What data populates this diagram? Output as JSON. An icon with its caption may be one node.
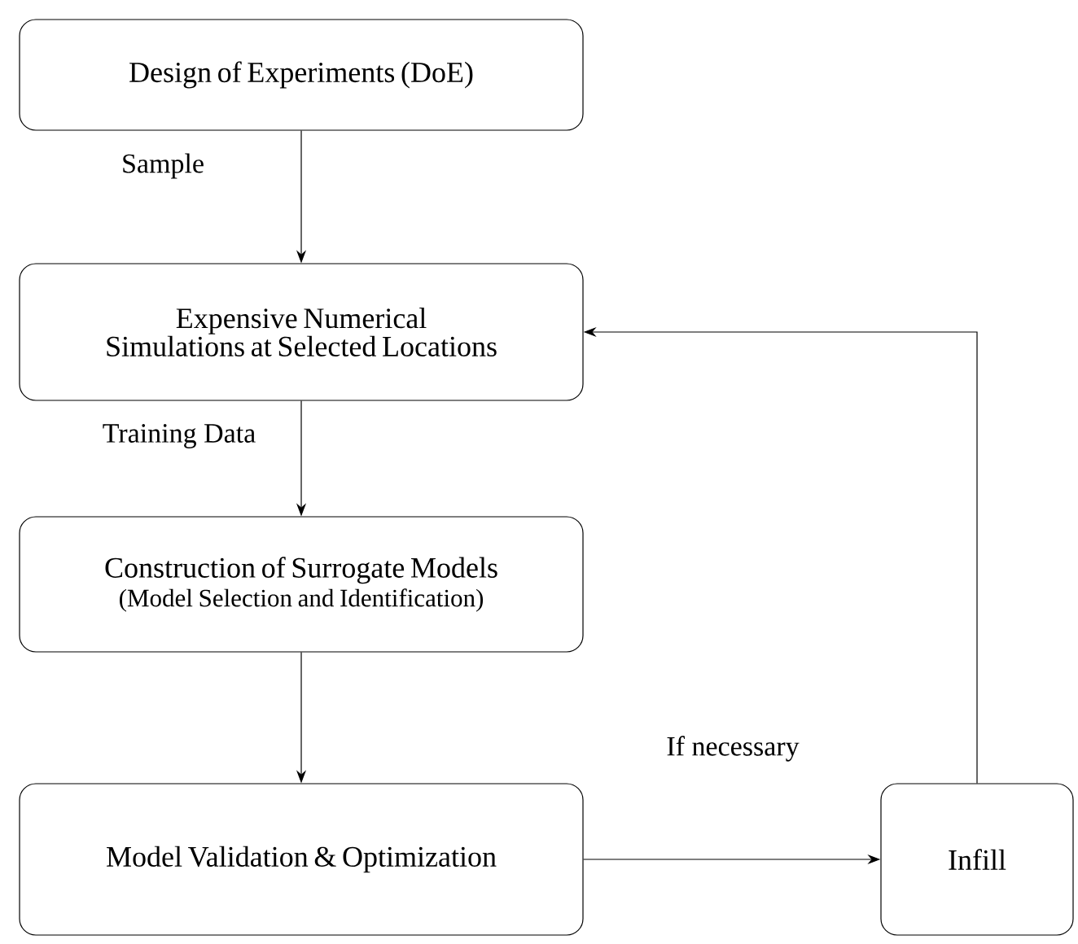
{
  "diagram": {
    "nodes": [
      {
        "text": [
          "Design of Experiments (DoE)"
        ]
      },
      {
        "text": [
          "Expensive Numerical Simulations at Selected Locations"
        ]
      },
      {
        "text": [
          "Construction of Surrogate Models",
          "(Model Selection and Identification)"
        ]
      },
      {
        "text": [
          "Model Validation & Optimization"
        ]
      },
      {
        "text": [
          "Infill"
        ]
      }
    ],
    "edges": [
      {
        "from": 0,
        "to": 1,
        "arrow": "to",
        "label": "Sample"
      },
      {
        "from": 1,
        "to": 2,
        "arrow": "to",
        "label": "Training Data"
      },
      {
        "from": 2,
        "to": 3,
        "arrow": "to"
      },
      {
        "from": 3,
        "to": 4,
        "arrow": "to",
        "label": "If necessary"
      },
      {
        "from": 4,
        "to": 1,
        "arrow": "to"
      }
    ]
  }
}
